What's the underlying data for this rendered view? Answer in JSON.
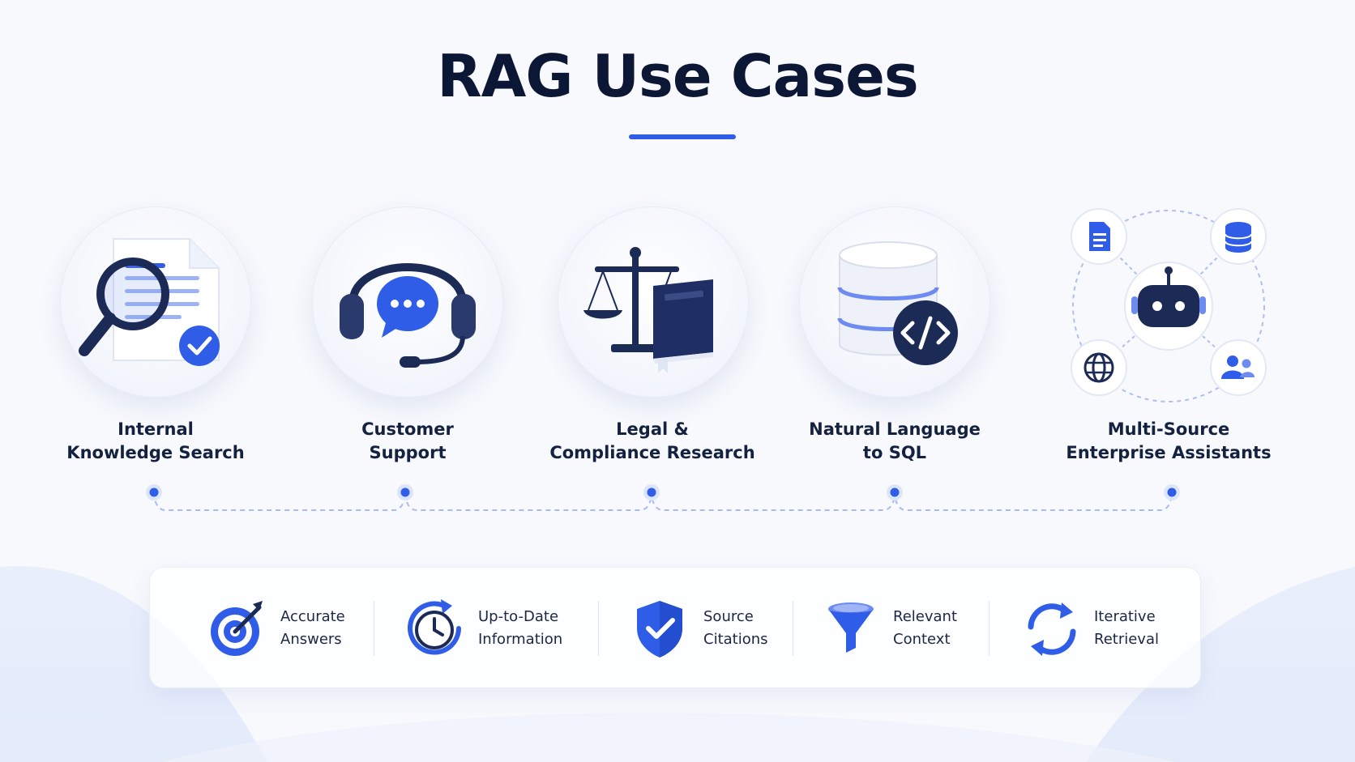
{
  "title": "RAG Use Cases",
  "use_cases": [
    {
      "line1": "Internal",
      "line2": "Knowledge Search",
      "icon": "magnifier-document-icon"
    },
    {
      "line1": "Customer",
      "line2": "Support",
      "icon": "headset-chat-icon"
    },
    {
      "line1": "Legal &",
      "line2": "Compliance Research",
      "icon": "scales-book-icon"
    },
    {
      "line1": "Natural Language",
      "line2": "to SQL",
      "icon": "database-code-icon"
    },
    {
      "line1": "Multi-Source",
      "line2": "Enterprise Assistants",
      "icon": "robot-network-icon"
    }
  ],
  "benefits": [
    {
      "line1": "Accurate",
      "line2": "Answers",
      "icon": "target-icon"
    },
    {
      "line1": "Up-to-Date",
      "line2": "Information",
      "icon": "clock-refresh-icon"
    },
    {
      "line1": "Source",
      "line2": "Citations",
      "icon": "shield-check-icon"
    },
    {
      "line1": "Relevant",
      "line2": "Context",
      "icon": "funnel-icon"
    },
    {
      "line1": "Iterative",
      "line2": "Retrieval",
      "icon": "cycle-arrows-icon"
    }
  ],
  "colors": {
    "accent": "#2f5de8",
    "navy": "#1c2a56",
    "text": "#0c1736"
  }
}
